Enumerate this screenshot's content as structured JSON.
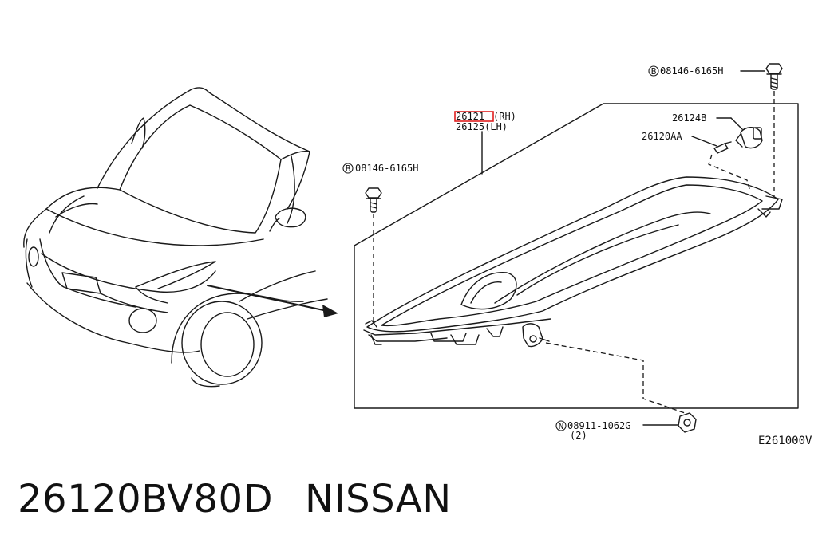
{
  "labels": {
    "part_rh_code": "26121",
    "part_rh_suffix": "(RH)",
    "part_lh": "26125(LH)",
    "bolt_top_marker": "B",
    "bolt_top": "08146-6165H",
    "bolt_left_marker": "B",
    "bolt_left": "08146-6165H",
    "part_26124b": "26124B",
    "part_26120aa": "26120AA",
    "nut_marker": "N",
    "nut": "08911-1062G",
    "nut_qty": "(2)",
    "figure_code": "E261000V"
  },
  "footer": {
    "part_number": "26120BV80D",
    "brand": "NISSAN"
  },
  "colors": {
    "line": "#1a1a1a",
    "highlight_box": "#e02020",
    "background": "#ffffff"
  }
}
